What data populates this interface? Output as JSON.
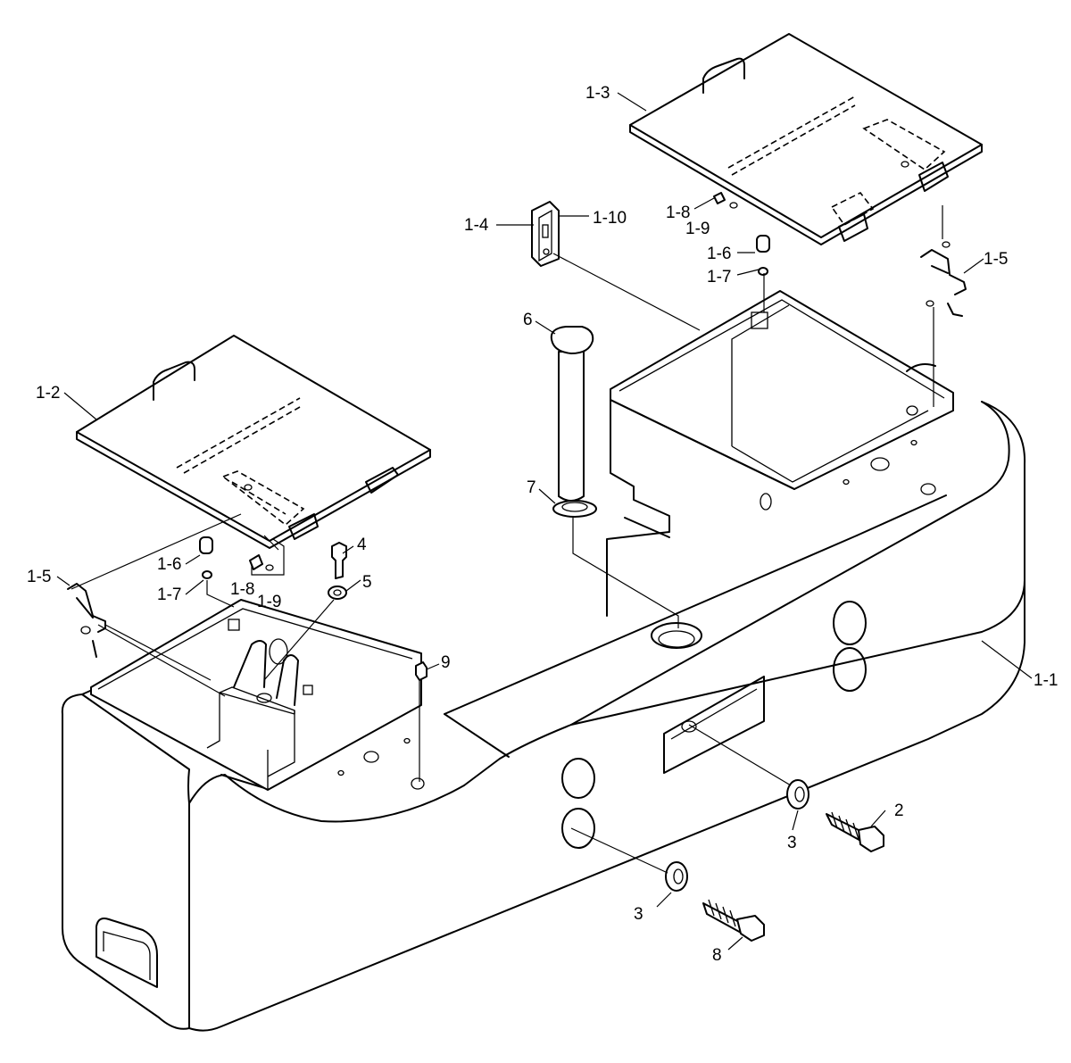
{
  "callouts": {
    "c_1_1": "1-1",
    "c_1_2": "1-2",
    "c_1_3": "1-3",
    "c_1_4": "1-4",
    "c_1_10": "1-10",
    "c_1_5_right": "1-5",
    "c_1_5_left": "1-5",
    "c_1_6_right": "1-6",
    "c_1_6_left": "1-6",
    "c_1_7_right": "1-7",
    "c_1_7_left": "1-7",
    "c_1_8_right": "1-8",
    "c_1_8_left": "1-8",
    "c_1_9_right": "1-9",
    "c_1_9_left": "1-9",
    "c_2": "2",
    "c_3_upper": "3",
    "c_3_lower": "3",
    "c_4": "4",
    "c_5": "5",
    "c_6": "6",
    "c_7": "7",
    "c_8": "8",
    "c_9": "9"
  }
}
